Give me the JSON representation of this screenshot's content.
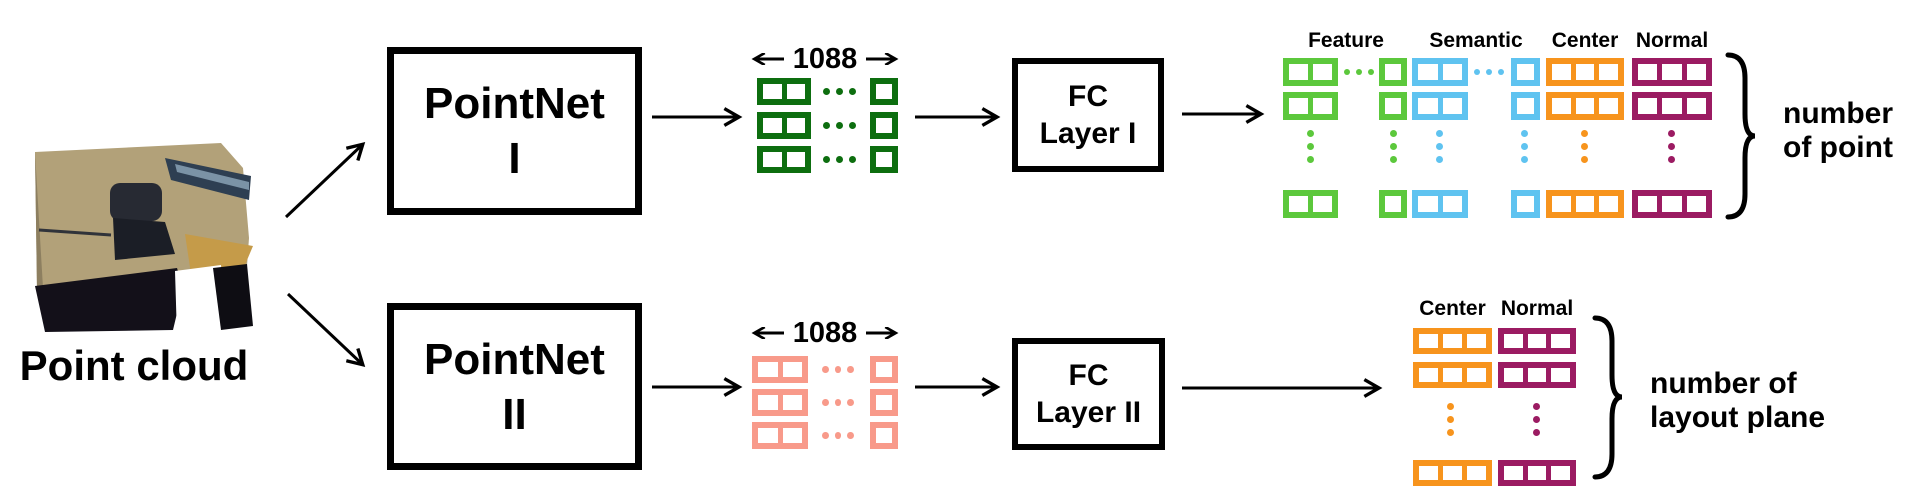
{
  "colors": {
    "darkgreen": "#0d6e0f",
    "green": "#5cc83c",
    "blue": "#5fc3f0",
    "orange": "#f7941d",
    "magenta": "#9b1b62",
    "pink": "#f89a8a",
    "ink": "#000000"
  },
  "point_cloud": {
    "label": "Point cloud"
  },
  "pointnet_1": {
    "line1": "PointNet",
    "line2": "I"
  },
  "pointnet_2": {
    "line1": "PointNet",
    "line2": "II"
  },
  "fc_layer_1": {
    "line1": "FC",
    "line2": "Layer I"
  },
  "fc_layer_2": {
    "line1": "FC",
    "line2": "Layer II"
  },
  "feature_dim_top": {
    "value": "1088"
  },
  "feature_dim_bottom": {
    "value": "1088"
  },
  "output_top": {
    "headers": {
      "feature": "Feature",
      "semantic": "Semantic",
      "center": "Center",
      "normal": "Normal"
    },
    "annotation": {
      "line1": "number",
      "line2": "of point"
    }
  },
  "output_bottom": {
    "headers": {
      "center": "Center",
      "normal": "Normal"
    },
    "annotation": {
      "line1": "number of",
      "line2": "layout plane"
    }
  }
}
